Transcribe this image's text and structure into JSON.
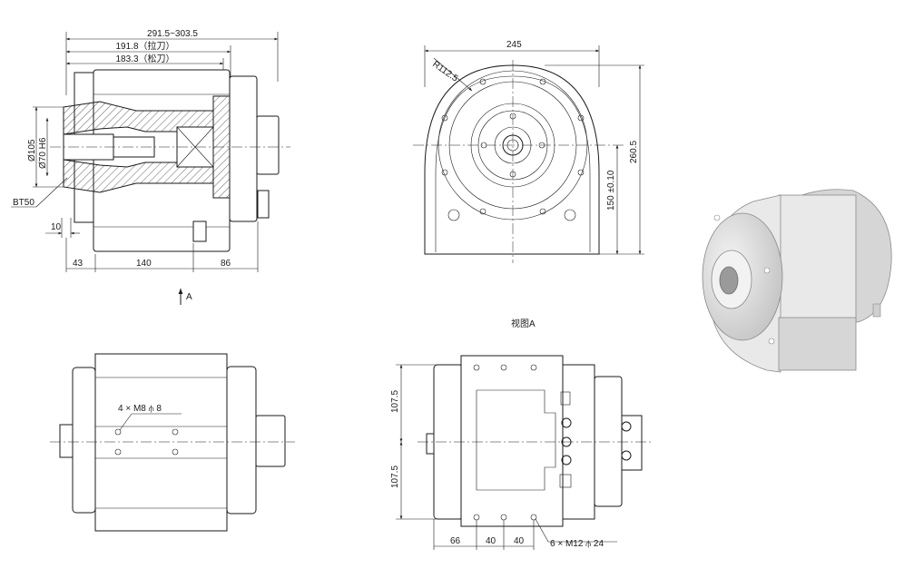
{
  "side_view": {
    "dim_overall": "291.5~303.5",
    "dim_clamp": "191.8（拉刀）",
    "dim_release": "183.3（松刀）",
    "dim_phi105": "Ø105",
    "dim_phi70": "Ø70 H6",
    "label_bt50": "BT50",
    "dim_10": "10",
    "dim_43": "43",
    "dim_140": "140",
    "dim_86": "86",
    "arrow_a": "A"
  },
  "front_view": {
    "dim_245": "245",
    "dim_r112": "R112.5",
    "dim_260": "260.5",
    "dim_150": "150 ±0.10",
    "caption": "视图A"
  },
  "top_view": {
    "label_m8": "4 × M8 ⫛ 8"
  },
  "bottom_view": {
    "dim_107_top": "107.5",
    "dim_107_bottom": "107.5",
    "dim_66": "66",
    "dim_40a": "40",
    "dim_40b": "40",
    "label_m12": "6 × M12 ⫛ 24"
  }
}
